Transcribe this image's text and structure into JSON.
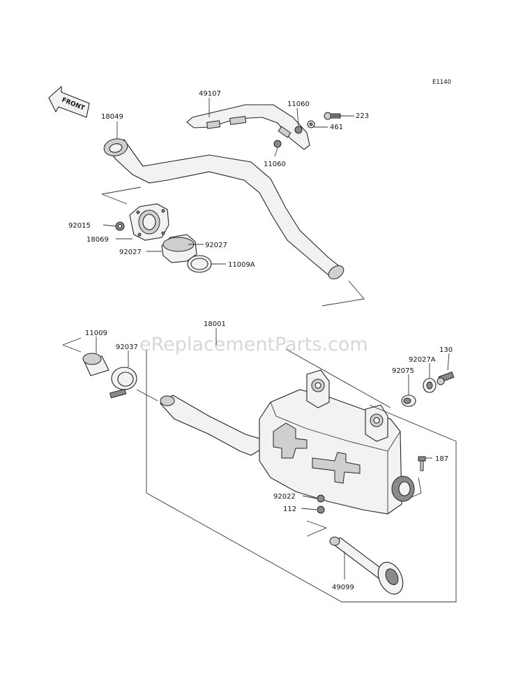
{
  "diagram_code": "E1140",
  "front_label": "FRONT",
  "watermark": "eReplacementParts.com",
  "parts": {
    "p49107": "49107",
    "p11060a": "11060",
    "p11060b": "11060",
    "p223": "223",
    "p461": "461",
    "p18049": "18049",
    "p92015": "92015",
    "p18069": "18069",
    "p92027a": "92027",
    "p92027b": "92027",
    "p11009a": "11009A",
    "p18001": "18001",
    "p11009": "11009",
    "p92037": "92037",
    "p130": "130",
    "p92027A": "92027A",
    "p92075": "92075",
    "p187": "187",
    "p92022": "92022",
    "p112": "112",
    "p49099": "49099"
  }
}
